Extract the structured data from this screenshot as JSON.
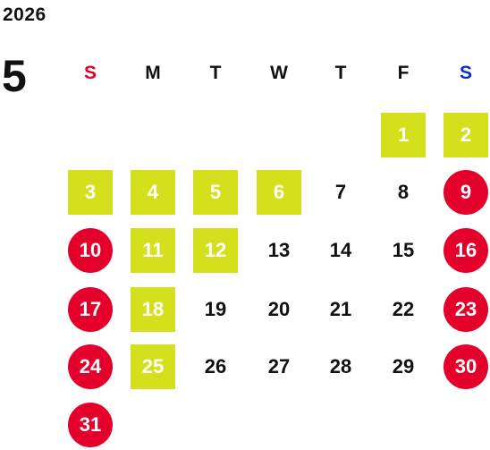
{
  "calendar": {
    "year": "2026",
    "month": "5",
    "weekdays": [
      {
        "label": "S",
        "color": "#e4002b"
      },
      {
        "label": "M",
        "color": "#111111"
      },
      {
        "label": "T",
        "color": "#111111"
      },
      {
        "label": "W",
        "color": "#111111"
      },
      {
        "label": "T",
        "color": "#111111"
      },
      {
        "label": "F",
        "color": "#111111"
      },
      {
        "label": "S",
        "color": "#0a2bd6"
      }
    ],
    "colors": {
      "event_fill": "#d5e01d",
      "holiday_fill": "#e4002b",
      "text": "#111111",
      "highlight_text": "#ffffff"
    },
    "days": [
      {
        "n": "1",
        "style": "event"
      },
      {
        "n": "2",
        "style": "event"
      },
      {
        "n": "3",
        "style": "event"
      },
      {
        "n": "4",
        "style": "event"
      },
      {
        "n": "5",
        "style": "event"
      },
      {
        "n": "6",
        "style": "event"
      },
      {
        "n": "7",
        "style": "normal"
      },
      {
        "n": "8",
        "style": "normal"
      },
      {
        "n": "9",
        "style": "holiday"
      },
      {
        "n": "10",
        "style": "holiday"
      },
      {
        "n": "11",
        "style": "event"
      },
      {
        "n": "12",
        "style": "event"
      },
      {
        "n": "13",
        "style": "normal"
      },
      {
        "n": "14",
        "style": "normal"
      },
      {
        "n": "15",
        "style": "normal"
      },
      {
        "n": "16",
        "style": "holiday"
      },
      {
        "n": "17",
        "style": "holiday"
      },
      {
        "n": "18",
        "style": "event"
      },
      {
        "n": "19",
        "style": "normal"
      },
      {
        "n": "20",
        "style": "normal"
      },
      {
        "n": "21",
        "style": "normal"
      },
      {
        "n": "22",
        "style": "normal"
      },
      {
        "n": "23",
        "style": "holiday"
      },
      {
        "n": "24",
        "style": "holiday"
      },
      {
        "n": "25",
        "style": "event"
      },
      {
        "n": "26",
        "style": "normal"
      },
      {
        "n": "27",
        "style": "normal"
      },
      {
        "n": "28",
        "style": "normal"
      },
      {
        "n": "29",
        "style": "normal"
      },
      {
        "n": "30",
        "style": "holiday"
      },
      {
        "n": "31",
        "style": "holiday"
      }
    ]
  }
}
